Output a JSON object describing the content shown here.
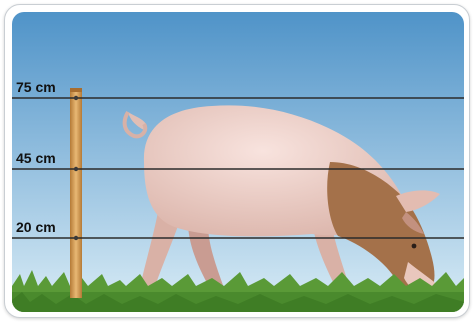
{
  "wires": [
    {
      "label": "75 cm",
      "height_cm": 75
    },
    {
      "label": "45 cm",
      "height_cm": 45
    },
    {
      "label": "20 cm",
      "height_cm": 20
    }
  ],
  "colors": {
    "sky_top": "#4f93c8",
    "sky_bottom": "#d9ecf6",
    "post": "#d9a15c",
    "wire": "#2b2b2b",
    "grass": "#5a9a37",
    "pig_skin": "#f0d3cc",
    "pig_patch": "#a4714a"
  },
  "icons": {
    "animal": "pig-illustration",
    "post": "fence-post"
  }
}
